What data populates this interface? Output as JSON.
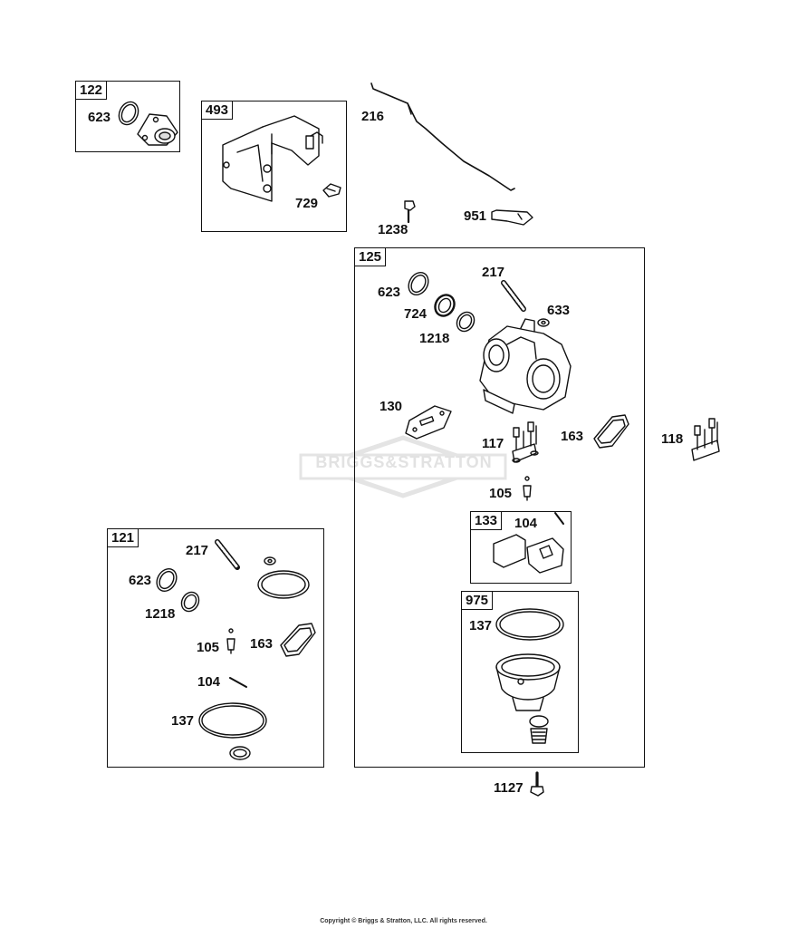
{
  "watermark": {
    "text": "BRIGGS&STRATTON"
  },
  "copyright": "Copyright © Briggs & Stratton, LLC. All rights reserved.",
  "boxes": {
    "b122": "122",
    "b493": "493",
    "b125": "125",
    "b121": "121",
    "b133": "133",
    "b975": "975"
  },
  "labels": {
    "l623a": "623",
    "l216": "216",
    "l729": "729",
    "l1238": "1238",
    "l951": "951",
    "l217a": "217",
    "l623b": "623",
    "l724": "724",
    "l633": "633",
    "l1218a": "1218",
    "l130": "130",
    "l117": "117",
    "l163a": "163",
    "l118": "118",
    "l105a": "105",
    "l104a": "104",
    "l137a": "137",
    "l217b": "217",
    "l623c": "623",
    "l1218b": "1218",
    "l105b": "105",
    "l163b": "163",
    "l104b": "104",
    "l137b": "137",
    "l1127": "1127"
  }
}
